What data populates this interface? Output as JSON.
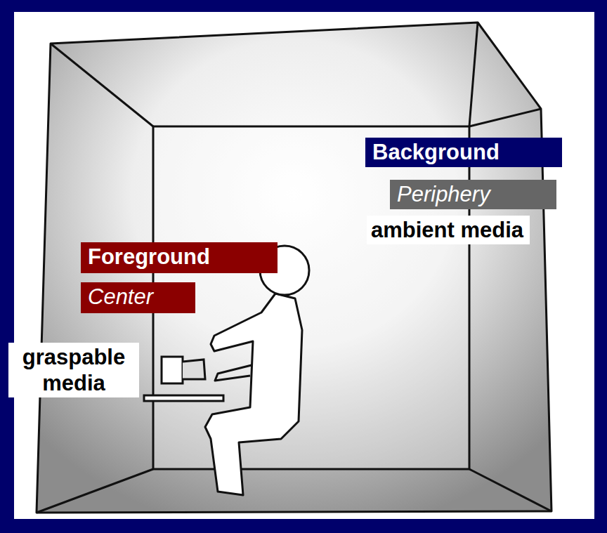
{
  "diagram": {
    "nodes": [
      {
        "text": [
          "Background"
        ]
      },
      {
        "text": [
          "Periphery"
        ]
      },
      {
        "text": [
          "Foreground"
        ]
      },
      {
        "text": [
          "Center"
        ]
      }
    ],
    "labels": [
      "ambient media",
      "graspable media"
    ]
  }
}
